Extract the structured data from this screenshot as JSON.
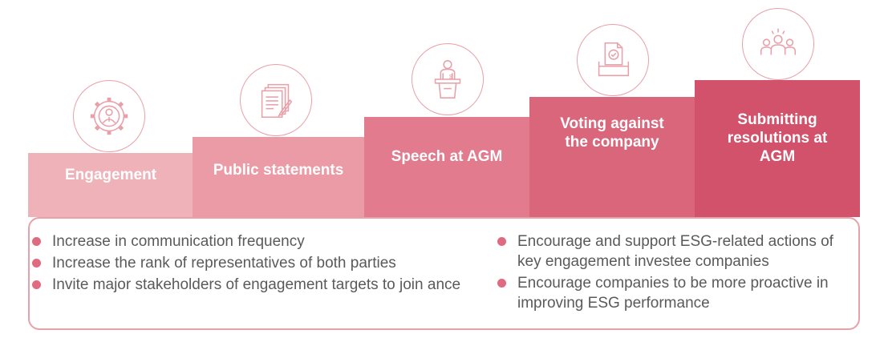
{
  "steps": [
    {
      "label": "Engagement",
      "icon": "gear-person-icon"
    },
    {
      "label": "Public statements",
      "icon": "document-pen-icon"
    },
    {
      "label": "Speech at AGM",
      "icon": "podium-speaker-icon"
    },
    {
      "label": "Voting against the company",
      "icon": "ballot-box-icon"
    },
    {
      "label": "Submitting resolutions at AGM",
      "icon": "group-people-icon"
    }
  ],
  "details": {
    "left": [
      "Increase in communication frequency",
      "Increase the rank of representatives of both parties",
      "Invite major stakeholders of engagement targets to join ance"
    ],
    "right": [
      "Encourage and support ESG-related actions of key engagement investee companies",
      "Encourage companies to be more proactive in improving ESG performance"
    ]
  },
  "colors": {
    "step1": "#efb2b9",
    "step2": "#eb9ba5",
    "step3": "#e27b8d",
    "step4": "#d9667b",
    "step5": "#d2526b",
    "bullet": "#e06a80",
    "outline": "#e8a0a9"
  }
}
